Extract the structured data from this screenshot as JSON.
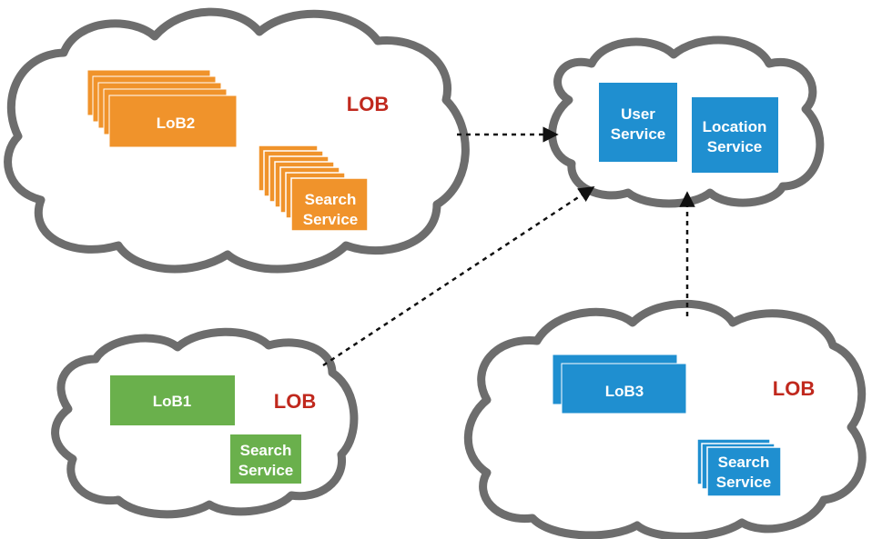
{
  "colors": {
    "cloud_stroke": "#6d6d6d",
    "orange": "#f0932b",
    "green": "#6ab04c",
    "blue": "#1f8fd0",
    "lob_red": "#c0281d",
    "arrow": "#111111"
  },
  "clouds": [
    {
      "name": "lob2-cloud",
      "tag": "LOB",
      "lob_box": "LoB2",
      "search_box": [
        "Search",
        "Service"
      ]
    },
    {
      "name": "shared-services-cloud",
      "user_service": [
        "User",
        "Service"
      ],
      "location_service": [
        "Location",
        "Service"
      ]
    },
    {
      "name": "lob1-cloud",
      "tag": "LOB",
      "lob_box": "LoB1",
      "search_box": [
        "Search",
        "Service"
      ]
    },
    {
      "name": "lob3-cloud",
      "tag": "LOB",
      "lob_box": "LoB3",
      "search_box": [
        "Search",
        "Service"
      ]
    }
  ],
  "connections": [
    {
      "from": "lob2-cloud",
      "to": "shared-services-cloud",
      "style": "dotted-arrow"
    },
    {
      "from": "lob1-cloud",
      "to": "shared-services-cloud",
      "style": "dotted-arrow"
    },
    {
      "from": "lob3-cloud",
      "to": "shared-services-cloud",
      "style": "dotted-arrow"
    }
  ]
}
